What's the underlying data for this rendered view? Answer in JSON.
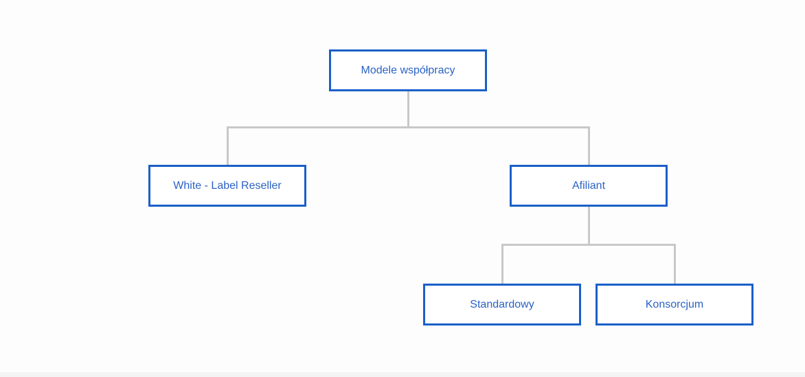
{
  "diagram": {
    "root": {
      "label": "Modele współpracy"
    },
    "children": [
      {
        "label": "White - Label Reseller"
      },
      {
        "label": "Afiliant",
        "children": [
          {
            "label": "Standardowy"
          },
          {
            "label": "Konsorcjum"
          }
        ]
      }
    ],
    "colors": {
      "box_border": "#1a5fc8",
      "text": "#2a62c4",
      "connector": "#c8c8c8"
    }
  }
}
